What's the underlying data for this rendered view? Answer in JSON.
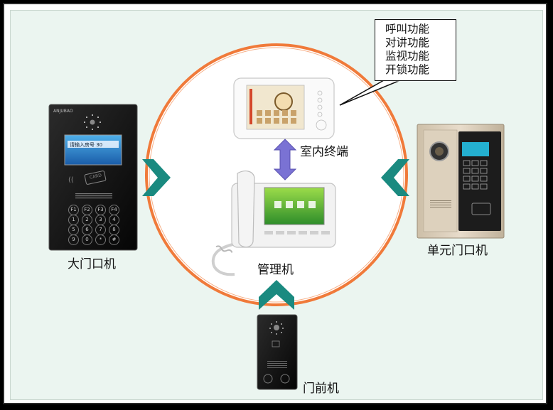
{
  "devices": {
    "main_gate": {
      "label": "大门口机",
      "screen_text": "请输入房号 30",
      "card_label": "CARD"
    },
    "unit_door": {
      "label": "单元门口机"
    },
    "indoor_terminal": {
      "label": "室内终端"
    },
    "manager": {
      "label": "管理机"
    },
    "door_front": {
      "label": "门前机"
    }
  },
  "callout": {
    "lines": [
      "呼叫功能",
      "对讲功能",
      "监视功能",
      "开锁功能"
    ]
  },
  "keypad_keys": [
    "F1",
    "F2",
    "F3",
    "F4",
    "1",
    "2",
    "3",
    "4",
    "5",
    "6",
    "7",
    "8",
    "9",
    "0",
    "*",
    "#"
  ],
  "colors": {
    "ring": "#f07a3a",
    "arrow_teal": "#1a8a80",
    "arrow_purple": "#7a72d4",
    "background": "#ebf5f0"
  }
}
